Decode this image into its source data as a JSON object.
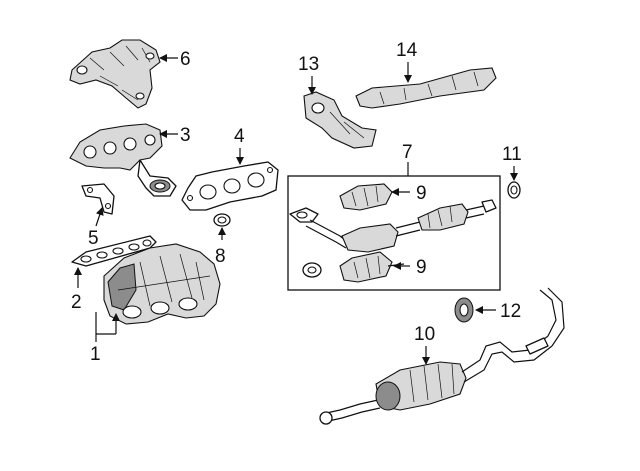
{
  "callouts": {
    "c1": "1",
    "c2": "2",
    "c3": "3",
    "c4": "4",
    "c5": "5",
    "c6": "6",
    "c7": "7",
    "c8": "8",
    "c9a": "9",
    "c9b": "9",
    "c10": "10",
    "c11": "11",
    "c12": "12",
    "c13": "13",
    "c14": "14"
  }
}
